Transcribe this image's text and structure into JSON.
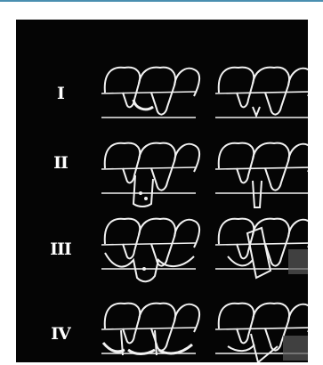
{
  "figure": {
    "background_color": "#050505",
    "line_color": "#f2f2f2",
    "rule_color": "#4a8fb0",
    "stages": [
      {
        "id": "I",
        "label": "I"
      },
      {
        "id": "II",
        "label": "II"
      },
      {
        "id": "III",
        "label": "III"
      },
      {
        "id": "IV",
        "label": "IV"
      }
    ]
  }
}
